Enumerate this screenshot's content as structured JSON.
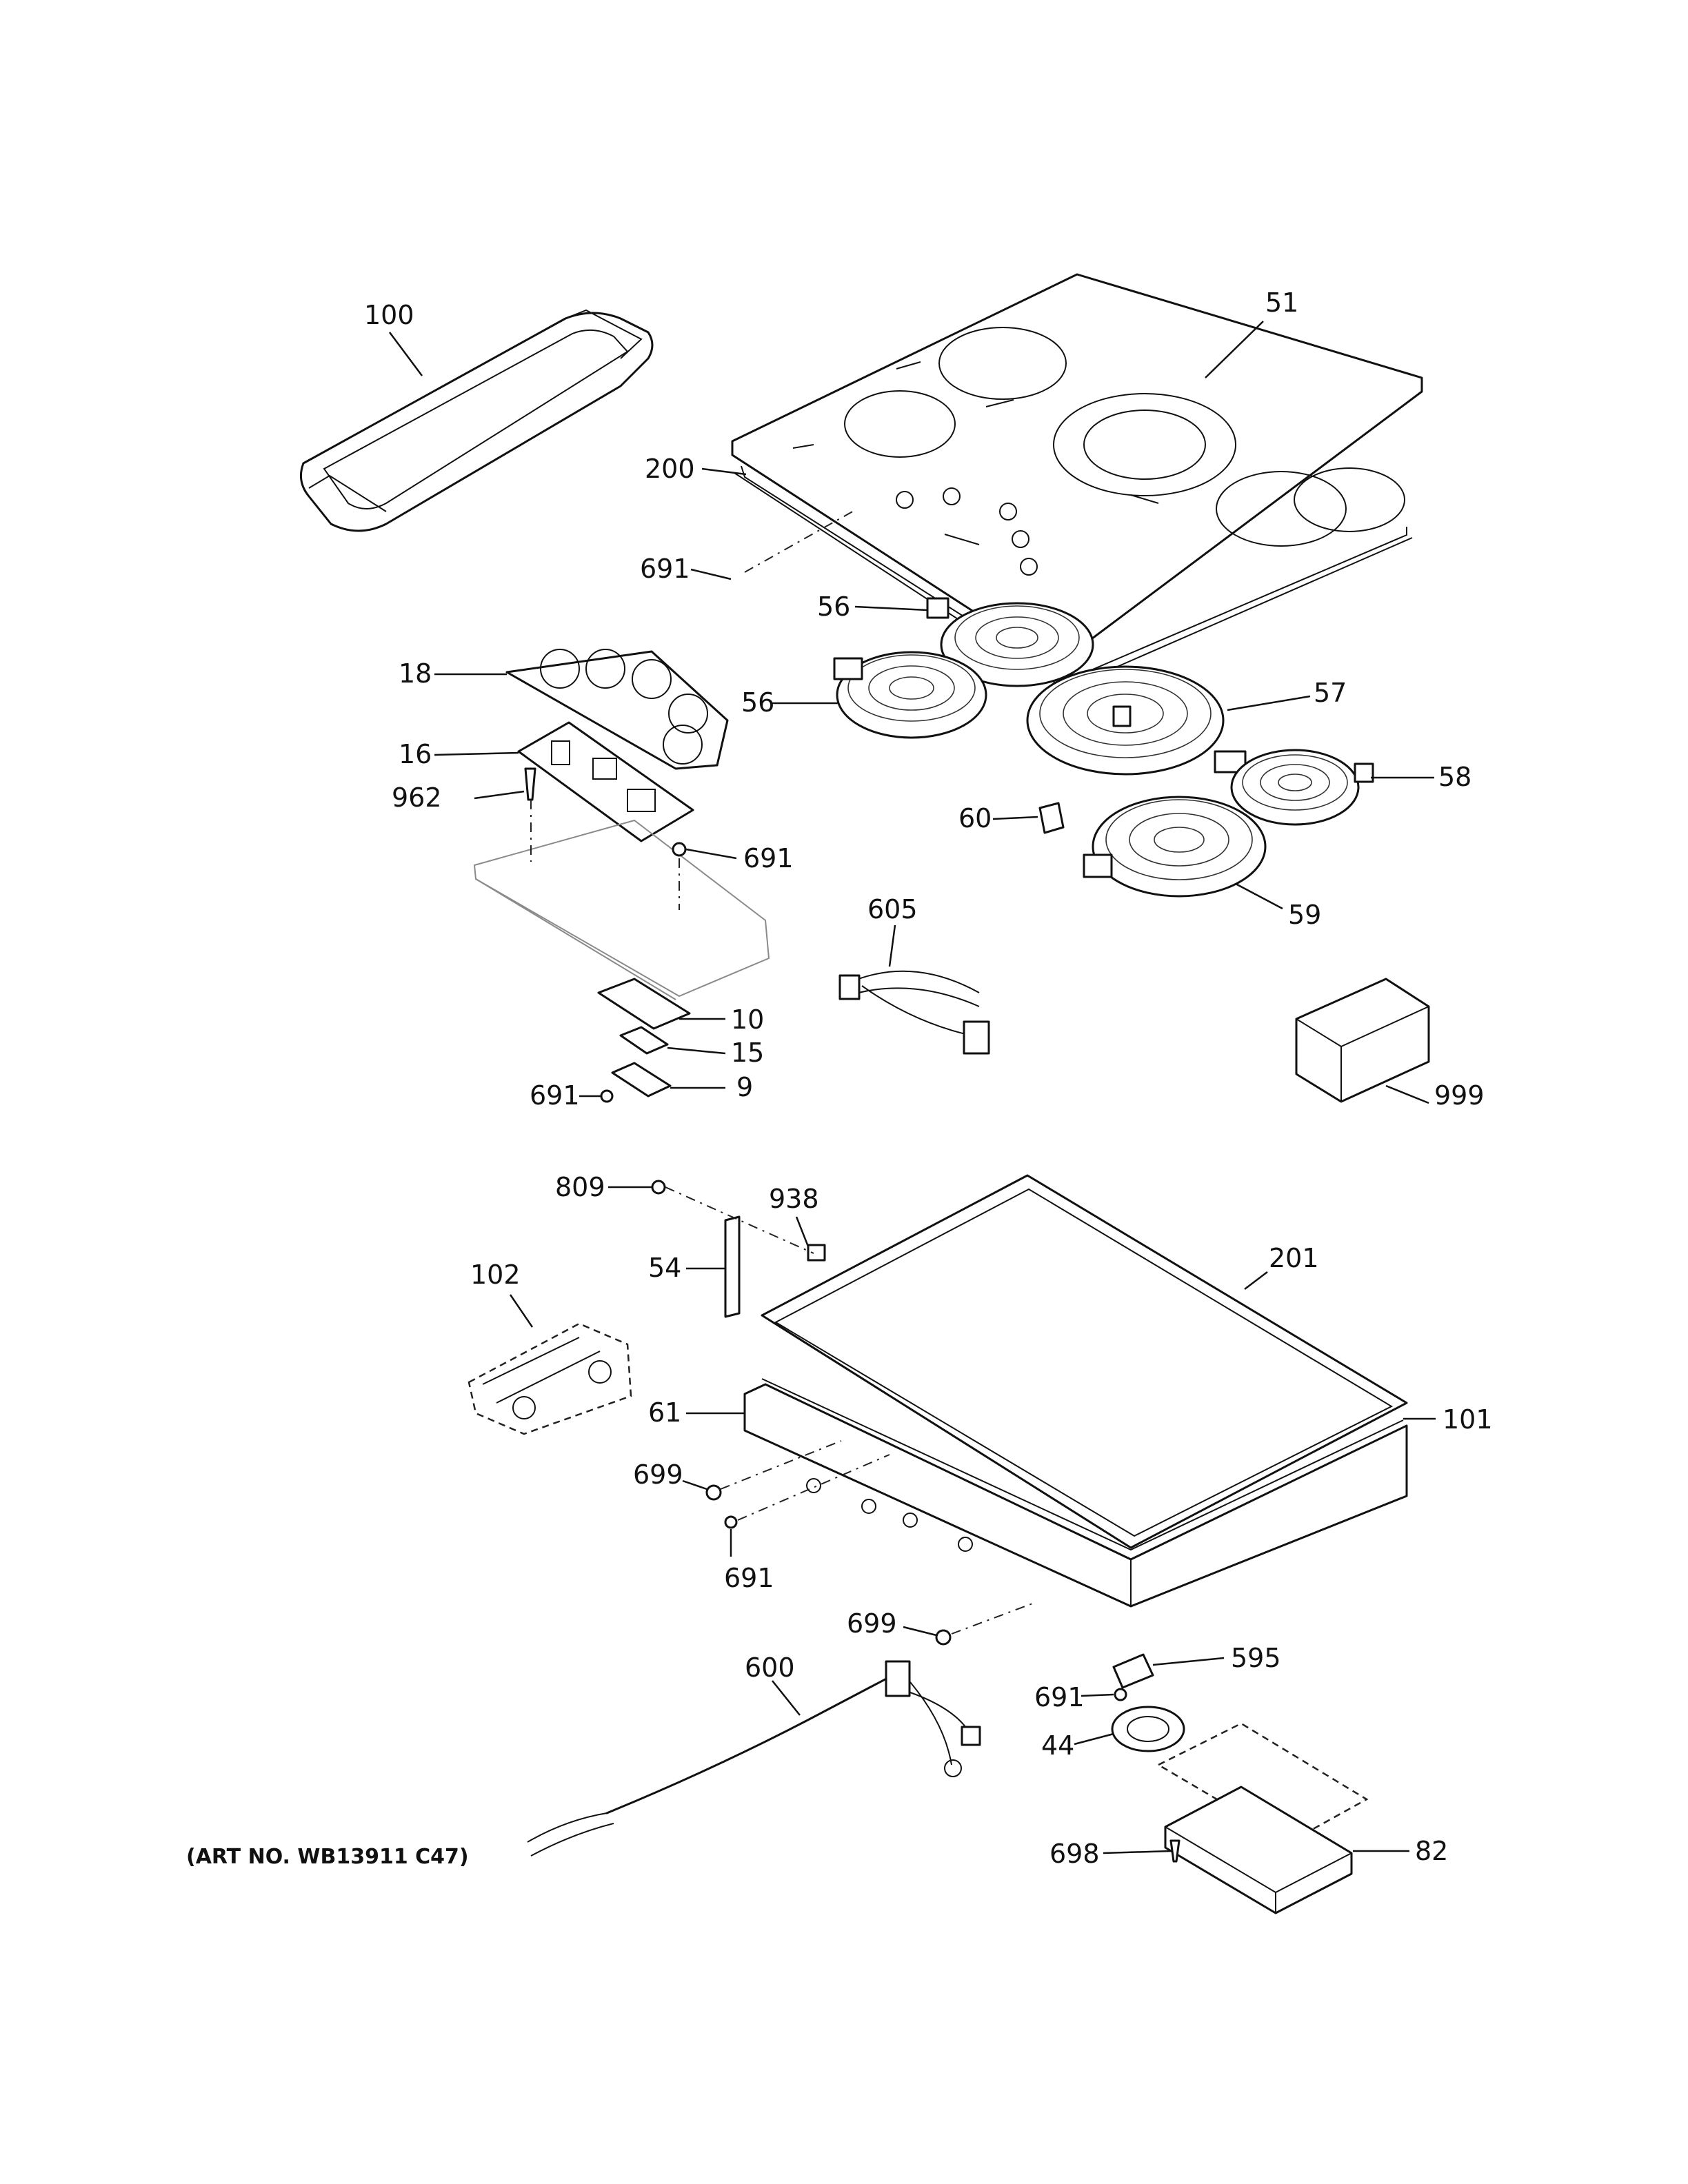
{
  "diagram": {
    "art_number": "(ART NO. WB13911 C47)",
    "callouts": [
      {
        "id": "100",
        "label": "100"
      },
      {
        "id": "51",
        "label": "51"
      },
      {
        "id": "200",
        "label": "200"
      },
      {
        "id": "691a",
        "label": "691"
      },
      {
        "id": "56a",
        "label": "56"
      },
      {
        "id": "18",
        "label": "18"
      },
      {
        "id": "56b",
        "label": "56"
      },
      {
        "id": "57",
        "label": "57"
      },
      {
        "id": "16",
        "label": "16"
      },
      {
        "id": "58",
        "label": "58"
      },
      {
        "id": "962",
        "label": "962"
      },
      {
        "id": "60",
        "label": "60"
      },
      {
        "id": "691b",
        "label": "691"
      },
      {
        "id": "59",
        "label": "59"
      },
      {
        "id": "605",
        "label": "605"
      },
      {
        "id": "10",
        "label": "10"
      },
      {
        "id": "15",
        "label": "15"
      },
      {
        "id": "999",
        "label": "999"
      },
      {
        "id": "691c",
        "label": "691"
      },
      {
        "id": "9",
        "label": "9"
      },
      {
        "id": "809",
        "label": "809"
      },
      {
        "id": "938",
        "label": "938"
      },
      {
        "id": "201",
        "label": "201"
      },
      {
        "id": "54",
        "label": "54"
      },
      {
        "id": "102",
        "label": "102"
      },
      {
        "id": "61",
        "label": "61"
      },
      {
        "id": "101",
        "label": "101"
      },
      {
        "id": "699a",
        "label": "699"
      },
      {
        "id": "691d",
        "label": "691"
      },
      {
        "id": "699b",
        "label": "699"
      },
      {
        "id": "595",
        "label": "595"
      },
      {
        "id": "600",
        "label": "600"
      },
      {
        "id": "691e",
        "label": "691"
      },
      {
        "id": "44",
        "label": "44"
      },
      {
        "id": "698",
        "label": "698"
      },
      {
        "id": "82",
        "label": "82"
      }
    ]
  }
}
